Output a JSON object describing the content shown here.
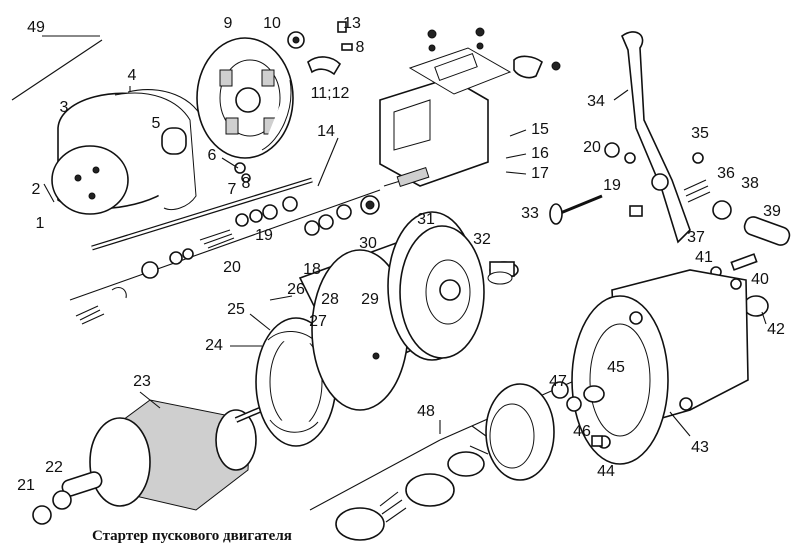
{
  "caption": "Стартер пускового двигателя",
  "labels": {
    "l1": "1",
    "l2": "2",
    "l3": "3",
    "l4": "4",
    "l5": "5",
    "l6": "6",
    "l7": "7",
    "l8": "8",
    "l8b": "8",
    "l9": "9",
    "l10": "10",
    "l11_12": "11;12",
    "l13": "13",
    "l14": "14",
    "l15": "15",
    "l16": "16",
    "l17": "17",
    "l18": "18",
    "l19": "19",
    "l19b": "19",
    "l20": "20",
    "l20b": "20",
    "l21": "21",
    "l22": "22",
    "l23": "23",
    "l24": "24",
    "l25": "25",
    "l26": "26",
    "l27": "27",
    "l28": "28",
    "l29": "29",
    "l30": "30",
    "l31": "31",
    "l32": "32",
    "l33": "33",
    "l34": "34",
    "l35": "35",
    "l36": "36",
    "l37": "37",
    "l38": "38",
    "l39": "39",
    "l40": "40",
    "l41": "41",
    "l42": "42",
    "l43": "43",
    "l44": "44",
    "l45": "45",
    "l46": "46",
    "l47": "47",
    "l48": "48",
    "l49": "49"
  }
}
